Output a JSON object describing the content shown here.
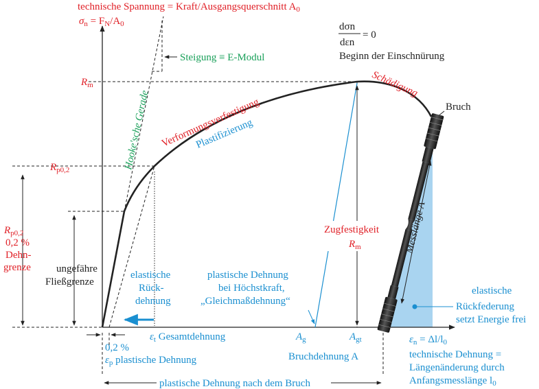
{
  "colors": {
    "red": "#e02027",
    "blue": "#1a8fd0",
    "green": "#1aa05a",
    "black": "#222222",
    "fill": "#a9d4f0"
  },
  "title_stress": "technische Spannung = Kraft/Ausgangsquerschnitt A",
  "title_stress_sub": "0",
  "sigma_formula": "σ",
  "sigma_formula_sub": "n",
  "sigma_formula_rest": " = F",
  "sigma_formula_sub2": "N",
  "sigma_formula_rest2": "/A",
  "sigma_formula_sub3": "0",
  "steigung": "Steigung ≡ E-Modul",
  "derivative_num": "dσn",
  "derivative_den": "dεn",
  "derivative_eq": "= 0",
  "beginn": "Beginn der Einschnürung",
  "schaedigung": "Schädigung",
  "bruch": "Bruch",
  "Rm": "R",
  "Rm_sub": "m",
  "Rp02": "R",
  "Rp02_sub": "p0,2",
  "hooke": "Hooke'sche Gerade",
  "verfestigung": "Verformungsverfestigung",
  "plastifizierung": "Plastifizierung",
  "messlaenge": "Messlänge A",
  "left_label": {
    "line1": "R",
    "line1_sub": "p0,2",
    "line2": "0,2 %",
    "line3": "Dehn-",
    "line4": "grenze"
  },
  "fliess": {
    "line1": "ungefähre",
    "line2": "Fließgrenze"
  },
  "elastische_rueck": {
    "line1": "elastische",
    "line2": "Rück-",
    "line3": "dehnung"
  },
  "plastische_hoechst": {
    "line1": "plastische Dehnung",
    "line2": "bei Höchstkraft,",
    "line3": "„Gleichmaßdehnung“"
  },
  "zugfestigkeit": {
    "line1": "Zugfestigkeit",
    "line2": "R",
    "line2_sub": "m"
  },
  "elastische_feder": {
    "line1": "elastische",
    "line2": "Rückfederung",
    "line3": "setzt Energie frei"
  },
  "et_label": "ε",
  "et_sub": "t",
  "gesamtdehnung": " Gesamtdehnung",
  "Ag": "A",
  "Ag_sub": "g",
  "Agt": "A",
  "Agt_sub": "gt",
  "epsn": "ε",
  "epsn_sub": "n",
  "epsn_rest": " = Δl/l",
  "epsn_sub2": "0",
  "percent": "0,2 %",
  "ep_label": "ε",
  "ep_sub": "p",
  "ep_rest": " plastische Dehnung",
  "bruchdehnung": "Bruchdehnung A",
  "technische_dehnung": {
    "line1": "technische Dehnung =",
    "line2": "Längenänderung durch",
    "line3": "Anfangsmesslänge l",
    "line3_sub": "0"
  },
  "plastische_bruch": "plastische Dehnung nach dem Bruch"
}
